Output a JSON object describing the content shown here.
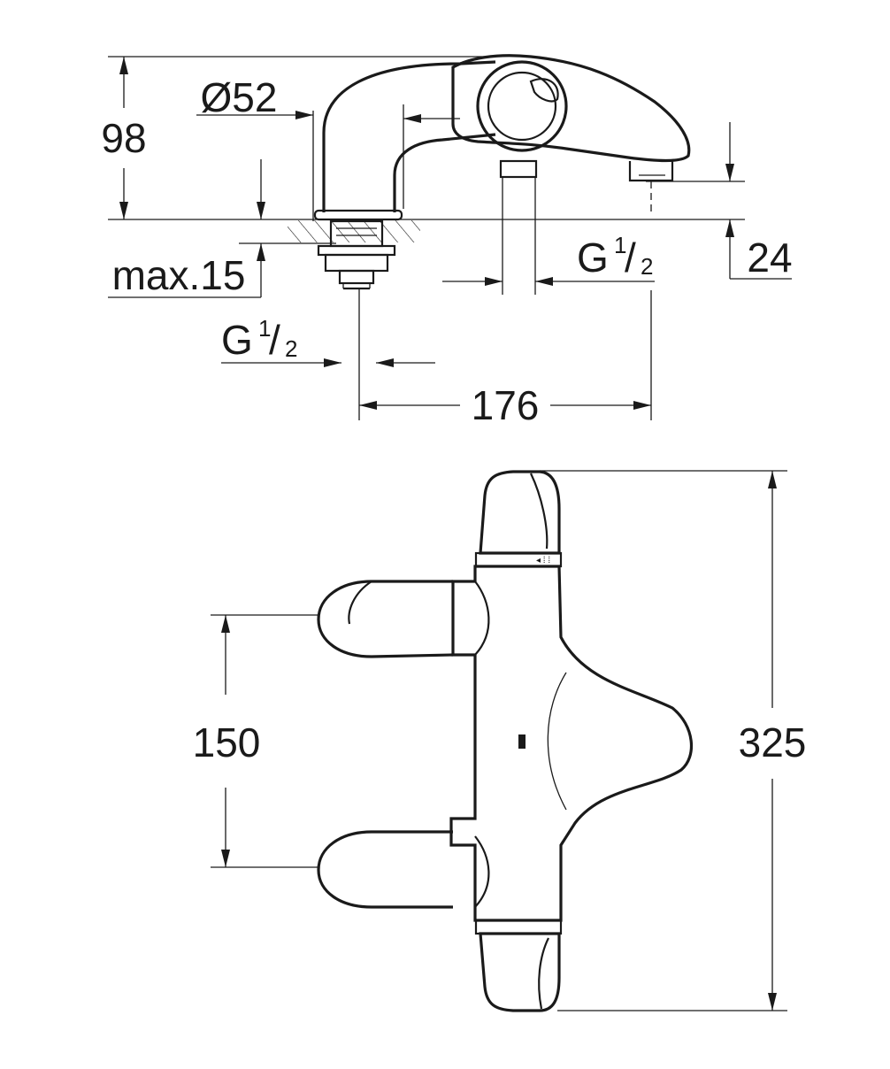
{
  "top_view": {
    "height_label": "98",
    "diameter_label": "Ø52",
    "max_label": "max.15",
    "thread_right": {
      "main": "G",
      "num": "1",
      "den": "2"
    },
    "thread_left": {
      "main": "G",
      "num": "1",
      "den": "2"
    },
    "spout_label": "24",
    "length_label": "176"
  },
  "front_view": {
    "spacing_label": "150",
    "total_label": "325"
  },
  "colors": {
    "line": "#1a1a1a",
    "background": "#ffffff"
  }
}
